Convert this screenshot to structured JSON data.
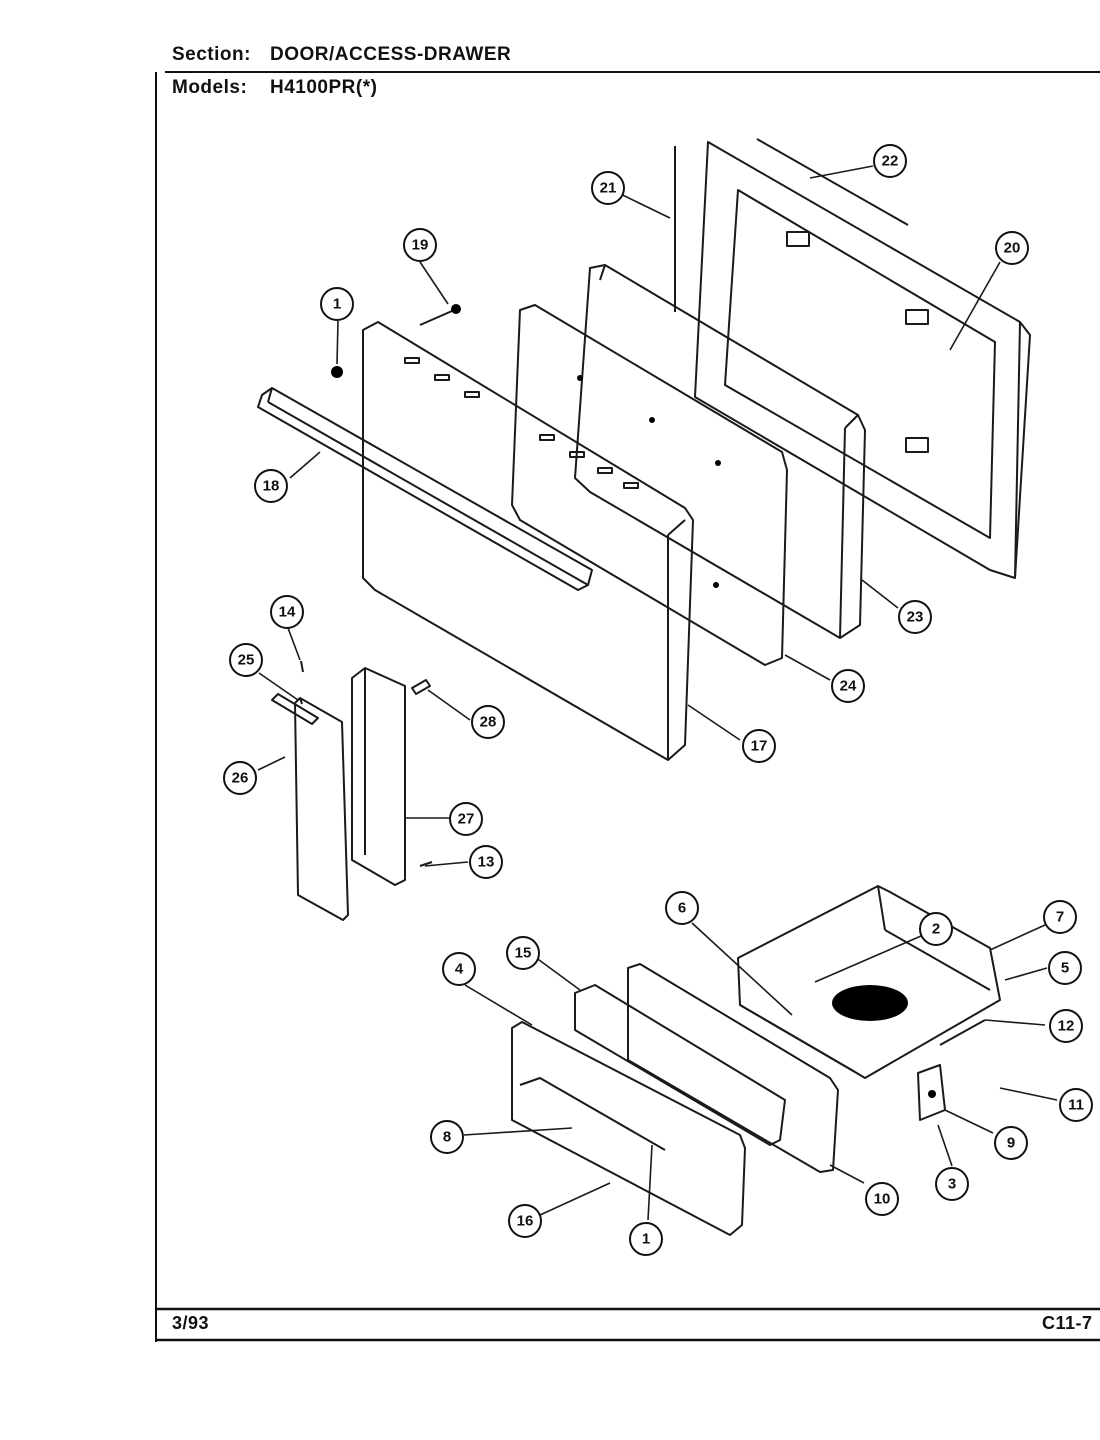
{
  "header": {
    "section_label": "Section:",
    "section_value": "DOOR/ACCESS-DRAWER",
    "models_label": "Models:",
    "models_value": "H4100PR(*)"
  },
  "footer": {
    "date": "3/93",
    "page_code": "C11-7"
  },
  "callouts": [
    "1",
    "2",
    "3",
    "4",
    "5",
    "6",
    "7",
    "8",
    "9",
    "10",
    "11",
    "12",
    "13",
    "14",
    "15",
    "16",
    "17",
    "18",
    "19",
    "20",
    "21",
    "22",
    "23",
    "24",
    "25",
    "26",
    "27",
    "28"
  ]
}
